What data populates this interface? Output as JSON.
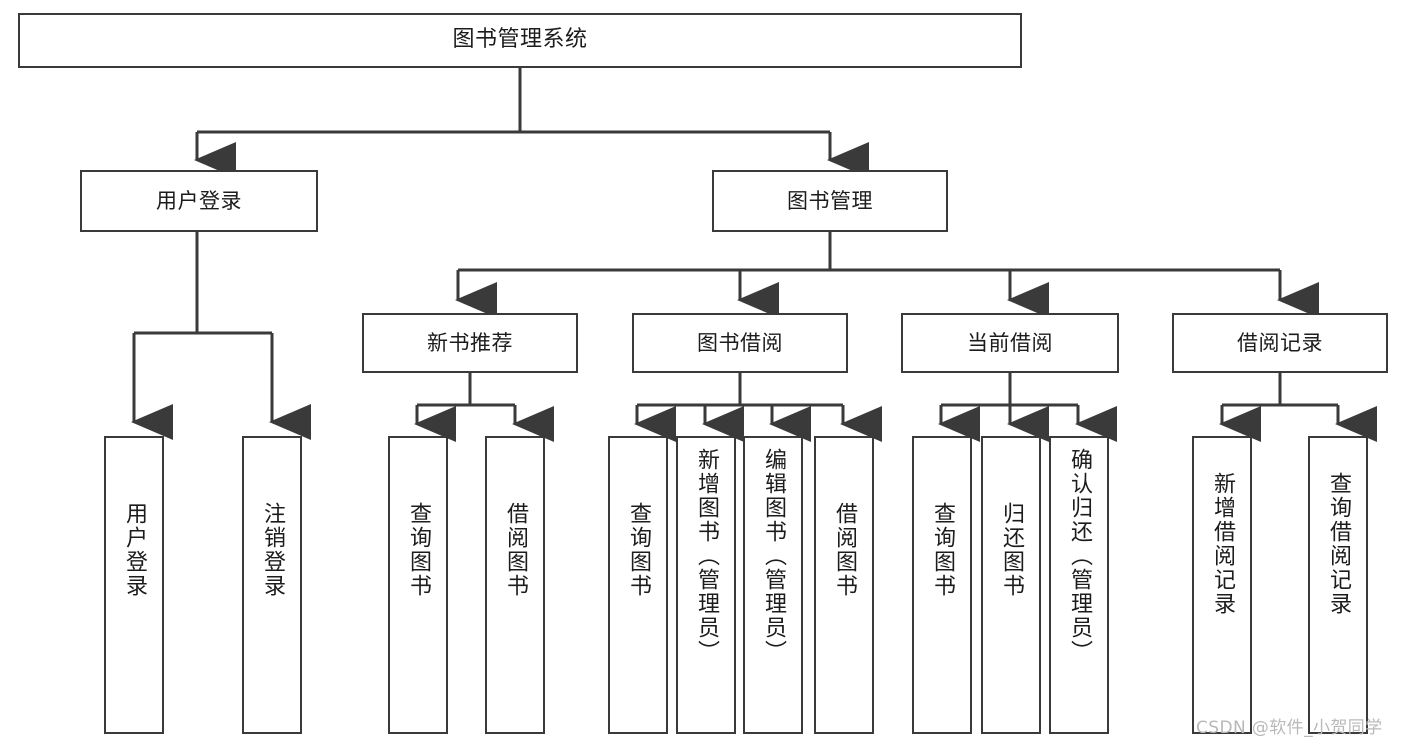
{
  "diagram": {
    "type": "tree-hierarchy-chart",
    "title": "图书管理系统",
    "colors": {
      "background": "#ffffff",
      "stroke": "#3a3a3a",
      "text": "#1c1c1c",
      "watermark": "#b9b9b9"
    },
    "root": {
      "label": "图书管理系统"
    },
    "level2": [
      {
        "label": "用户登录"
      },
      {
        "label": "图书管理"
      }
    ],
    "level3": [
      {
        "label": "新书推荐"
      },
      {
        "label": "图书借阅"
      },
      {
        "label": "当前借阅"
      },
      {
        "label": "借阅记录"
      }
    ],
    "leaves": {
      "user_login": [
        {
          "label": "用户登录"
        },
        {
          "label": "注销登录"
        }
      ],
      "new_book_recommend": [
        {
          "label": "查询图书"
        },
        {
          "label": "借阅图书"
        }
      ],
      "book_borrow": [
        {
          "label": "查询图书"
        },
        {
          "label": "新增图书（管理员）"
        },
        {
          "label": "编辑图书（管理员）"
        },
        {
          "label": "借阅图书"
        }
      ],
      "current_borrow": [
        {
          "label": "查询图书"
        },
        {
          "label": "归还图书"
        },
        {
          "label": "确认归还（管理员）"
        }
      ],
      "borrow_record": [
        {
          "label": "新增借阅记录"
        },
        {
          "label": "查询借阅记录"
        }
      ]
    }
  },
  "watermark": {
    "text": "CSDN @软件_小贺同学"
  }
}
